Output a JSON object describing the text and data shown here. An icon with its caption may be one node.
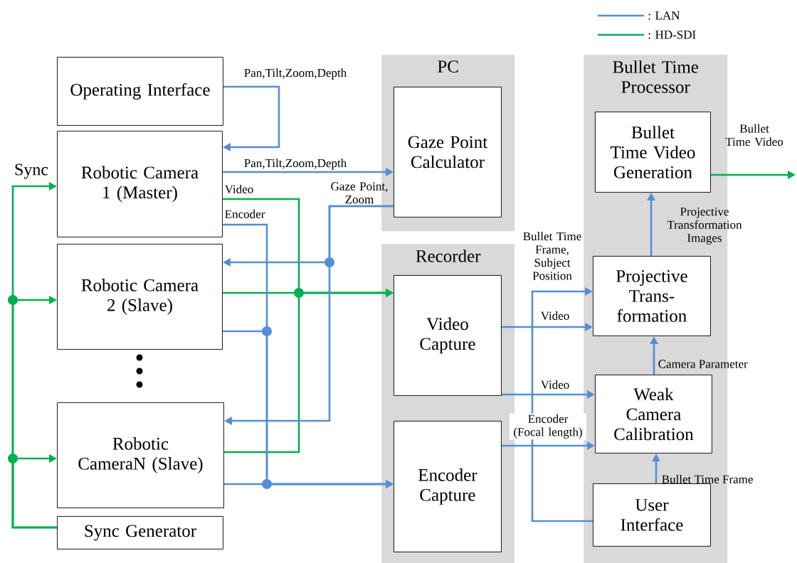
{
  "diagram": {
    "nodes": [
      {
        "text": [
          "Operating Interface"
        ]
      },
      {
        "text": [
          "Robotic Camera 1 (Master)"
        ]
      },
      {
        "text": [
          "Robotic Camera 2 (Slave)"
        ]
      },
      {
        "text": [
          "Robotic CameraN (Slave)"
        ]
      },
      {
        "text": [
          "Sync Generator"
        ]
      },
      {
        "text": [
          "PC"
        ]
      },
      {
        "text": [
          "Gaze Point Calculator"
        ],
        "in": 5
      },
      {
        "text": [
          "Recorder"
        ]
      },
      {
        "text": [
          "Video Capture"
        ],
        "in": 7
      },
      {
        "text": [
          "Encoder Capture"
        ],
        "in": 7
      },
      {
        "text": [
          "Bullet Time Processor"
        ]
      },
      {
        "text": [
          "Bullet Time Video Generation"
        ],
        "in": 10
      },
      {
        "text": [
          "Projective Trans- formation"
        ],
        "in": 10
      },
      {
        "text": [
          "Weak Camera Calibration"
        ],
        "in": 10
      },
      {
        "text": [
          "User Interface"
        ],
        "in": 10
      }
    ],
    "edges": [
      {
        "from": 0,
        "to": 1,
        "arrow": "to",
        "label": "Pan,Tilt,Zoom,Depth"
      },
      {
        "from": 1,
        "to": 6,
        "arrow": "to",
        "label": "Pan,Tilt,Zoom,Depth"
      },
      {
        "from": 1,
        "to": 8,
        "arrow": "to",
        "label": "Video",
        "color": "#00b050"
      },
      {
        "from": 2,
        "to": 8,
        "arrow": "to",
        "color": "#00b050"
      },
      {
        "from": 3,
        "to": 8,
        "arrow": "to",
        "color": "#00b050"
      },
      {
        "from": 1,
        "to": 9,
        "arrow": "to",
        "label": "Encoder"
      },
      {
        "from": 2,
        "to": 9,
        "arrow": "to"
      },
      {
        "from": 3,
        "to": 9,
        "arrow": "to"
      },
      {
        "from": 6,
        "to": 2,
        "arrow": "to",
        "label": "Gaze Point, Zoom"
      },
      {
        "from": 6,
        "to": 3,
        "arrow": "to"
      },
      {
        "from": 4,
        "to": 1,
        "arrow": "to",
        "color": "#00b050"
      },
      {
        "from": 4,
        "to": 2,
        "arrow": "to",
        "color": "#00b050"
      },
      {
        "from": 4,
        "to": 3,
        "arrow": "to",
        "color": "#00b050"
      },
      {
        "from": 8,
        "to": 12,
        "arrow": "to",
        "label": "Video"
      },
      {
        "from": 8,
        "to": 13,
        "arrow": "to",
        "label": "Video"
      },
      {
        "from": 9,
        "to": 13,
        "arrow": "to",
        "label": "Encoder (Focal length)"
      },
      {
        "from": 14,
        "to": 12,
        "arrow": "to",
        "label": "Bullet Time Frame, Subject Position"
      },
      {
        "from": 14,
        "to": 13,
        "arrow": "to",
        "label": "Bullet Time Frame"
      },
      {
        "from": 13,
        "to": 12,
        "arrow": "to",
        "label": "Camera Parameter"
      },
      {
        "from": 12,
        "to": 11,
        "arrow": "to",
        "label": "Projective Transformation Images"
      },
      {
        "from": 11,
        "to": null,
        "arrow": "to",
        "label": "Bullet Time Video",
        "color": "#00b050"
      }
    ],
    "labels": [
      "Sync"
    ],
    "legend": [
      {
        "text": ": LAN"
      },
      {
        "text": ": HD-SDI"
      }
    ]
  }
}
